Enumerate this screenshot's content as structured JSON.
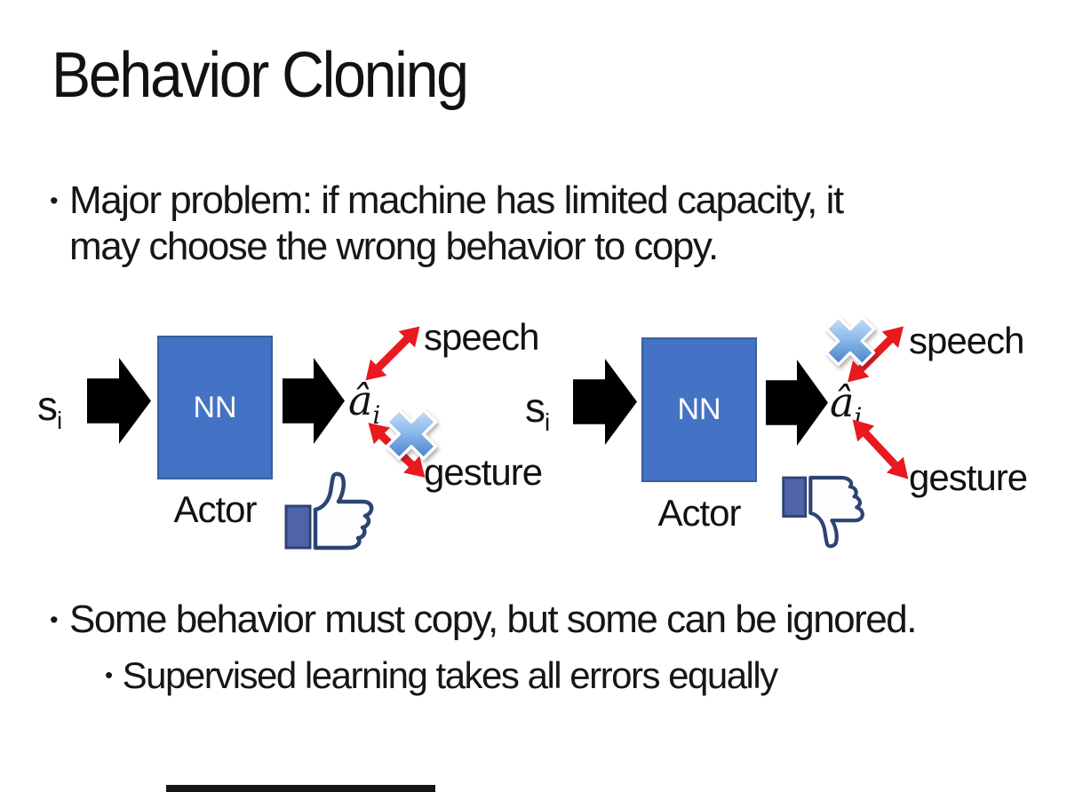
{
  "slide_title": "Behavior Cloning",
  "bullets": {
    "marker": "•",
    "b1_line1": "Major problem: if machine has limited capacity, it",
    "b1_line2": "may choose the wrong behavior to copy.",
    "b2": "Some behavior must copy, but some can be ignored.",
    "b2_sub": "Supervised learning takes all errors equally"
  },
  "diagram_left": {
    "input_base": "s",
    "input_sub": "i",
    "nn_label": "NN",
    "actor_label": "Actor",
    "output_base": "â",
    "output_sub": "i",
    "speech_label": "speech",
    "gesture_label": "gesture",
    "crossed_out": "gesture",
    "feedback_icon": "thumbs-up"
  },
  "diagram_right": {
    "input_base": "s",
    "input_sub": "i",
    "nn_label": "NN",
    "actor_label": "Actor",
    "output_base": "â",
    "output_sub": "i",
    "speech_label": "speech",
    "gesture_label": "gesture",
    "crossed_out": "speech",
    "feedback_icon": "thumbs-down"
  },
  "colors": {
    "nn_box_fill": "#4472C4",
    "nn_box_border": "#3A5F9E",
    "arrow_black": "#000000",
    "arrow_red": "#E8191F",
    "cross_blue_dark": "#2A66B8",
    "cross_blue_light": "#E9F3FD",
    "thumb_outline": "#2D4373",
    "thumb_cuff": "#4F63A7"
  }
}
